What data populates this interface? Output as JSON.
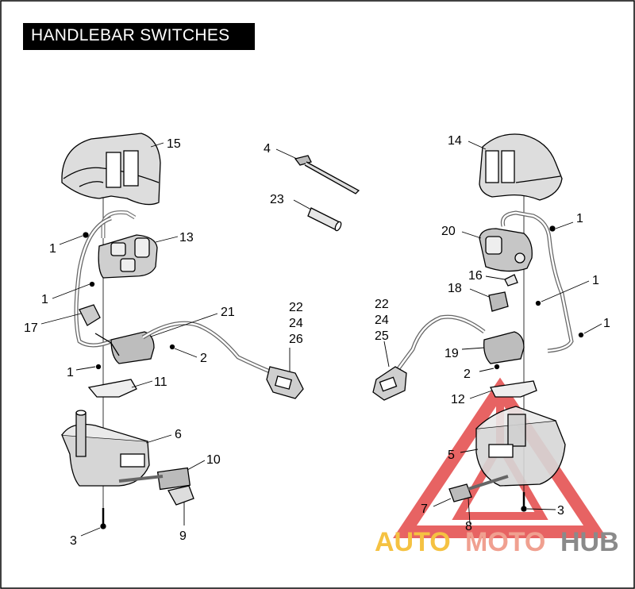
{
  "title": "HANDLEBAR SWITCHES",
  "callouts": {
    "c1a": "1",
    "c1b": "1",
    "c1c": "1",
    "c1d": "1",
    "c1e": "1",
    "c1f": "1",
    "c2a": "2",
    "c2b": "2",
    "c3a": "3",
    "c3b": "3",
    "c4": "4",
    "c5": "5",
    "c6": "6",
    "c7": "7",
    "c8": "8",
    "c9": "9",
    "c10": "10",
    "c11": "11",
    "c12": "12",
    "c13": "13",
    "c14": "14",
    "c15": "15",
    "c16": "16",
    "c17": "17",
    "c18": "18",
    "c19": "19",
    "c20": "20",
    "c21": "21",
    "kitL_1": "22",
    "kitL_2": "24",
    "kitL_3": "26",
    "kitR_1": "22",
    "kitR_2": "24",
    "kitR_3": "25",
    "c23": "23"
  },
  "watermark": {
    "part1": "AUTO",
    "part2": "MOTO",
    "part3": "HUB",
    "color1": "#f5c242",
    "color2": "#f0a090",
    "color3": "#8a8a8a",
    "triangle_color": "#e03030"
  }
}
